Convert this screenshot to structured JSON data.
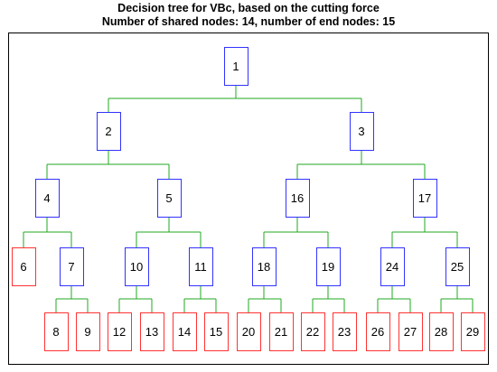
{
  "title": {
    "line1": "Decision tree for VBc, based on the cutting force",
    "line2": "Number of shared nodes: 14, number of end nodes: 15"
  },
  "colors": {
    "shared_node_border": "#3333ff",
    "end_node_border": "#ff3333",
    "edge": "#22aa22",
    "frame": "#000000"
  },
  "tree": {
    "shared_nodes": [
      "1",
      "2",
      "3",
      "4",
      "5",
      "16",
      "17",
      "7",
      "10",
      "11",
      "18",
      "19",
      "24",
      "25"
    ],
    "end_nodes": [
      "6",
      "8",
      "9",
      "12",
      "13",
      "14",
      "15",
      "20",
      "21",
      "22",
      "23",
      "26",
      "27",
      "28",
      "29"
    ],
    "edges": [
      [
        "1",
        "2"
      ],
      [
        "1",
        "3"
      ],
      [
        "2",
        "4"
      ],
      [
        "2",
        "5"
      ],
      [
        "3",
        "16"
      ],
      [
        "3",
        "17"
      ],
      [
        "4",
        "6"
      ],
      [
        "4",
        "7"
      ],
      [
        "5",
        "10"
      ],
      [
        "5",
        "11"
      ],
      [
        "16",
        "18"
      ],
      [
        "16",
        "19"
      ],
      [
        "17",
        "24"
      ],
      [
        "17",
        "25"
      ],
      [
        "7",
        "8"
      ],
      [
        "7",
        "9"
      ],
      [
        "10",
        "12"
      ],
      [
        "10",
        "13"
      ],
      [
        "11",
        "14"
      ],
      [
        "11",
        "15"
      ],
      [
        "18",
        "20"
      ],
      [
        "18",
        "21"
      ],
      [
        "19",
        "22"
      ],
      [
        "19",
        "23"
      ],
      [
        "24",
        "26"
      ],
      [
        "24",
        "27"
      ],
      [
        "25",
        "28"
      ],
      [
        "25",
        "29"
      ]
    ]
  }
}
